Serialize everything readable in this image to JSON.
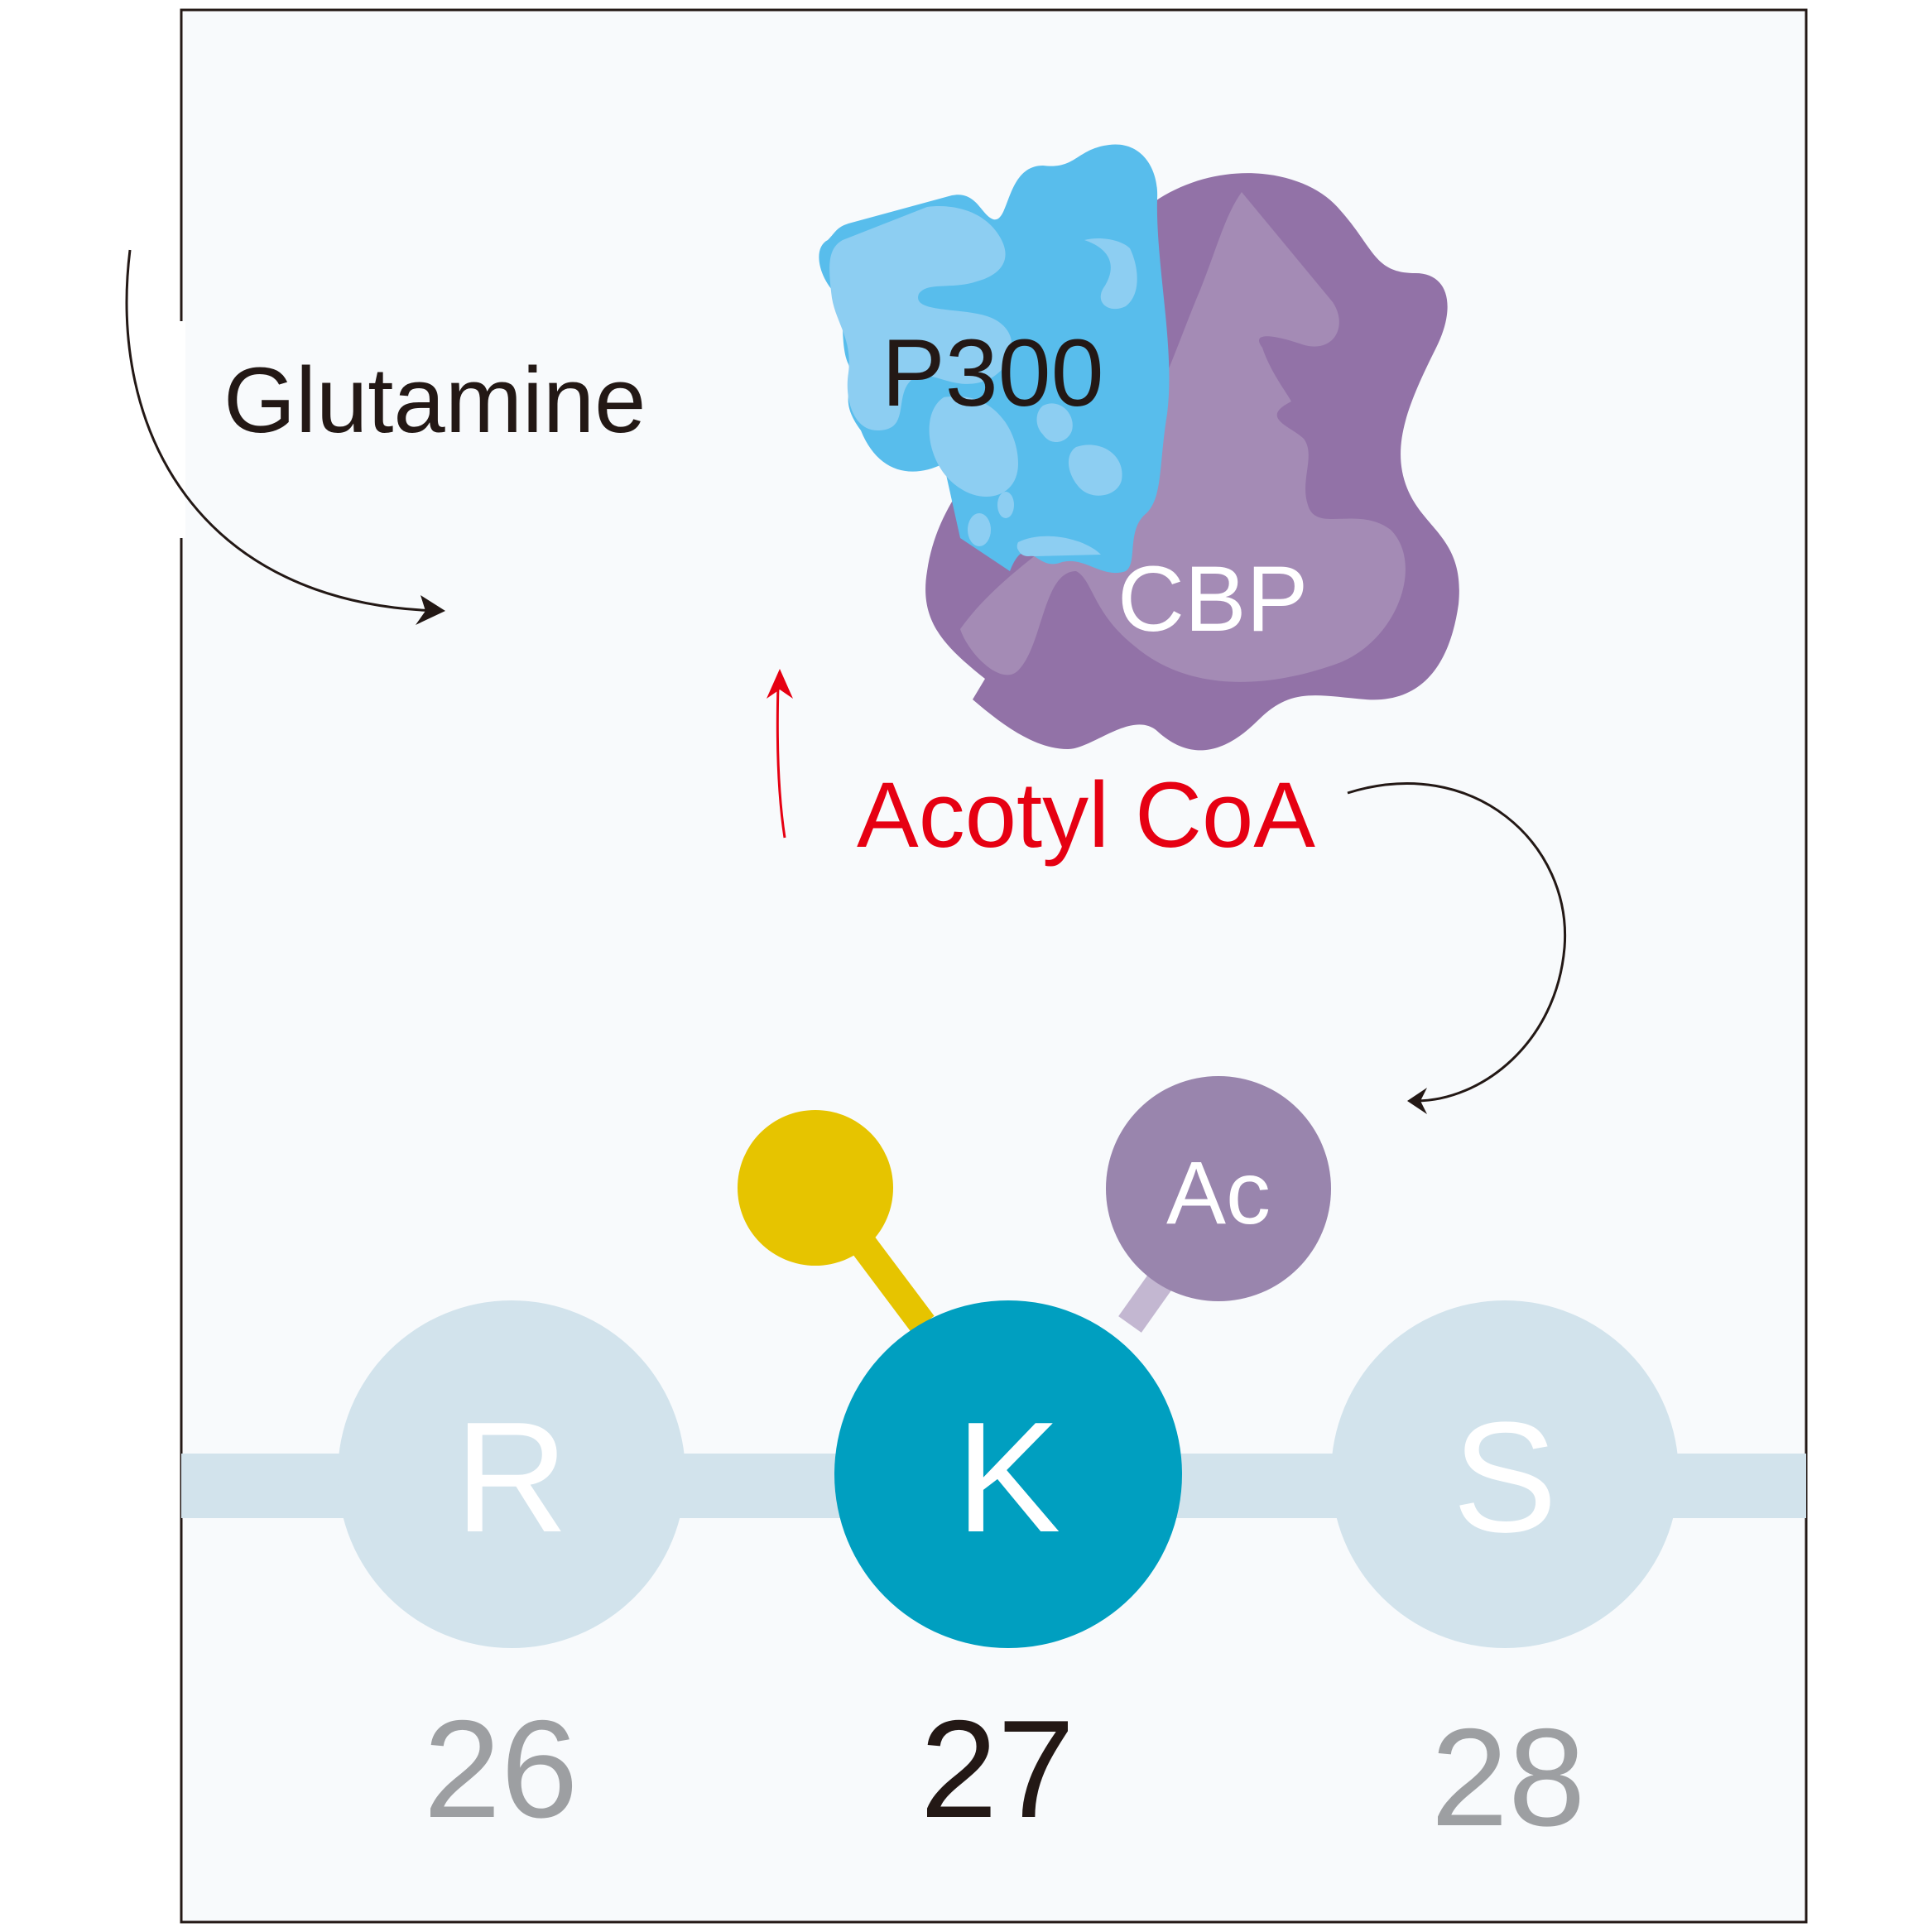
{
  "labels": {
    "glutamine": "Glutamine",
    "p300": "P300",
    "cbp": "CBP",
    "acetyl_coa": "Acotyl CoA",
    "acetyl_group": "Ac"
  },
  "residues": [
    {
      "letter": "R",
      "number": "26",
      "highlighted": false
    },
    {
      "letter": "K",
      "number": "27",
      "highlighted": true
    },
    {
      "letter": "S",
      "number": "28",
      "highlighted": false
    }
  ],
  "colors": {
    "panel_bg": "#f8fafc",
    "panel_border": "#231815",
    "backbone": "#d2e3ec",
    "residue_faded": "#d2e3ec",
    "residue_active": "#009fc0",
    "acetyl_ball": "#9985ad",
    "acetyl_stick": "#c3b7d1",
    "yellow_ball": "#e6c400",
    "p300_blue": "#58bdec",
    "p300_light": "#8dcef2",
    "cbp_purple": "#9272a7",
    "cbp_light": "#a48bb5",
    "red_text": "#e60012",
    "dark_text": "#231815",
    "number_grey": "#9d9fa2"
  },
  "icons": {
    "p300": "blob-protein-icon",
    "cbp": "blob-protein-icon"
  }
}
